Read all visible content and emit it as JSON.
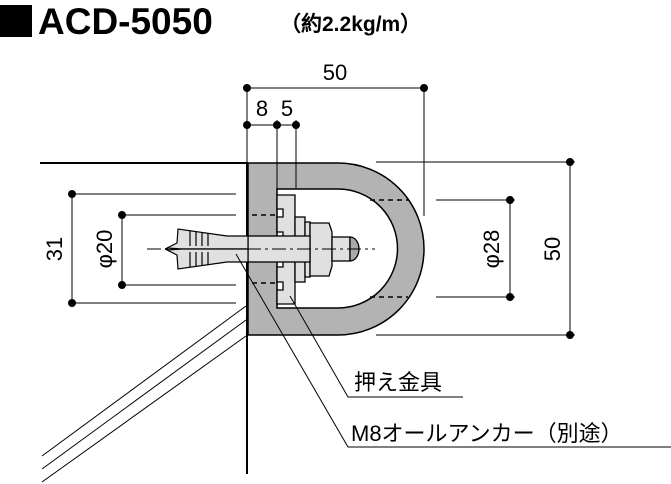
{
  "title": {
    "model": "ACD-5050",
    "weight": "（約2.2kg/m）"
  },
  "dimensions": {
    "top_width": "50",
    "top_offset_a": "8",
    "top_offset_b": "5",
    "left_height": "31",
    "left_diameter": "φ20",
    "right_diameter": "φ28",
    "right_height": "50"
  },
  "labels": {
    "clamp": "押え金具",
    "anchor": "M8オールアンカー（別途）"
  },
  "colors": {
    "profile": "#b3b3b3",
    "hardware": "#e0e0e0",
    "line": "#000000"
  }
}
